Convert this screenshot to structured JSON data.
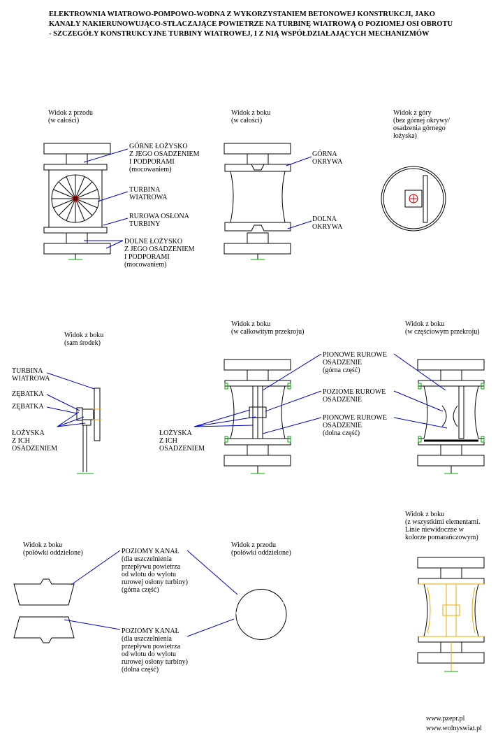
{
  "title": {
    "line1": "ELEKTROWNIA WIATROWO-POMPOWO-WODNA Z WYKORZYSTANIEM BETONOWEJ KONSTRUKCJI, JAKO",
    "line2": "KANAŁY NAKIERUNOWUJĄCO-STŁACZAJĄCE POWIETRZE NA TURBINĘ WIATROWĄ O POZIOMEJ OSI OBROTU",
    "line3": "- SZCZEGÓŁY KONSTRUKCYJNE TURBINY WIATROWEJ, I Z NIĄ WSPÓŁDZIAŁAJĄCYCH MECHANIZMÓW"
  },
  "captions": {
    "front_whole": "Widok z przodu\n(w całości)",
    "side_whole": "Widok z boku\n(w całości)",
    "top": "Widok z góry\n(bez górnej okrywy/\nosadzenia górnego\nłożyska)",
    "side_middle": "Widok z boku\n(sam środek)",
    "side_full_section": "Widok z boku\n(w całkowitym przekroju)",
    "side_partial_section": "Widok z boku\n(w częściowym przekroju)",
    "side_halves": "Widok z boku\n(połówki oddzielone)",
    "front_halves": "Widok z przodu\n(połówki oddzielone)",
    "side_all": "Widok z boku\n(z wszystkimi elementami.\nLinie niewidoczne w\nkolorze pomarańczowym)"
  },
  "labels": {
    "upper_bearing": "GÓRNE ŁOŻYSKO\nZ JEGO OSADZENIEM\nI PODPORAMI\n(mocowaniem)",
    "turbine": "TURBINA\nWIATROWA",
    "pipe_cover": "RUROWA OSŁONA\nTURBINY",
    "lower_bearing": "DOLNE ŁOŻYSKO\nZ JEGO OSADZENIEM\nI PODPORAMI\n(mocowaniem)",
    "upper_cover": "GÓRNA\nOKRYWA",
    "lower_cover": "DOLNA\nOKRYWA",
    "turbine2": "TURBINA\nWIATROWA",
    "gear1": "ZĘBATKA",
    "gear2": "ZĘBATKA",
    "bearings_left": "ŁOŻYSKA\nZ ICH\nOSADZENIEM",
    "bearings_mid": "ŁOŻYSKA\nZ ICH\nOSADZENIEM",
    "vertical_upper": "PIONOWE RUROWE\nOSADZENIE\n(górna część)",
    "horizontal": "POZIOME RUROWE\nOSADZENIE",
    "vertical_lower": "PIONOWE RUROWE\nOSADZENIE\n(dolna część)",
    "channel_upper": "POZIOMY KANAŁ\n(dla uszczelnienia\nprzepływu powietrza\nod wlotu do wylotu\nrurowej osłony turbiny)\n(górna część)",
    "channel_lower": "POZIOMY KANAŁ\n(dla uszczelnienia\nprzepływu powietrza\nod wlotu do wylotu\nrurowej osłony turbiny)\n(dolna część)"
  },
  "footer": {
    "url1": "www.pzepr.pl",
    "url2": "www.wolnyswiat.pl"
  },
  "colors": {
    "line": "#000000",
    "leader": "#0000cc",
    "ground": "#00aa00",
    "hidden": "#f0a800",
    "center_mark": "#cc0000"
  }
}
